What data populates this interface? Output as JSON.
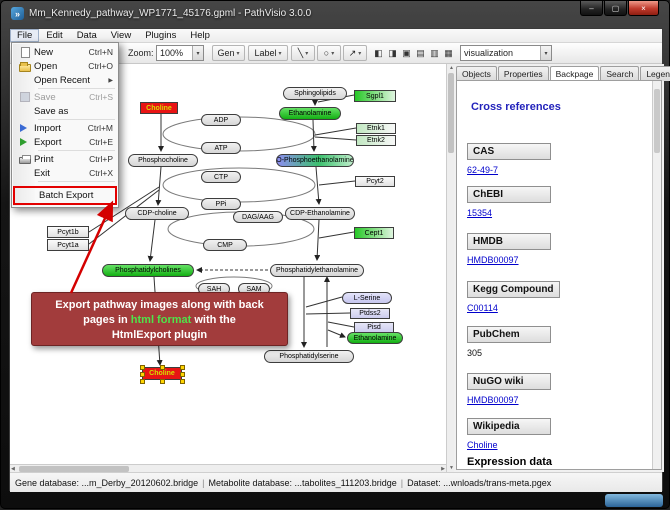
{
  "window": {
    "title": "Mm_Kennedy_pathway_WP1771_45176.gpml - PathVisio 3.0.0"
  },
  "icons": {
    "app": "»",
    "minimize": "–",
    "maximize": "▢",
    "close": "×",
    "dropdown": "▾",
    "submenu_arrow": "▶",
    "scroll_up": "▲",
    "scroll_down": "▼",
    "scroll_left": "◀",
    "scroll_right": "▶"
  },
  "menubar": {
    "items": [
      "File",
      "Edit",
      "Data",
      "View",
      "Plugins",
      "Help"
    ]
  },
  "file_menu": {
    "items": [
      {
        "label": "New",
        "shortcut": "Ctrl+N"
      },
      {
        "label": "Open",
        "shortcut": "Ctrl+O"
      },
      {
        "label": "Open Recent",
        "shortcut": ""
      },
      {
        "label": "Save",
        "shortcut": "Ctrl+S",
        "disabled": true
      },
      {
        "label": "Save as",
        "shortcut": ""
      },
      {
        "label": "Import",
        "shortcut": "Ctrl+M"
      },
      {
        "label": "Export",
        "shortcut": "Ctrl+E"
      },
      {
        "label": "Print",
        "shortcut": "Ctrl+P"
      },
      {
        "label": "Exit",
        "shortcut": "Ctrl+X"
      },
      {
        "label": "Batch Export",
        "shortcut": "",
        "annotated": true
      }
    ]
  },
  "toolbar": {
    "zoom_label": "Zoom:",
    "zoom_value": "100%",
    "buttons": {
      "gene": "Gen",
      "label": "Label"
    },
    "tools": [
      {
        "name": "line-tool",
        "glyph": "╲"
      },
      {
        "name": "shape-tool",
        "glyph": "○"
      },
      {
        "name": "connector-tool",
        "glyph": "↗"
      }
    ],
    "align_icons": [
      {
        "name": "align-center-x-icon",
        "glyph": "◧"
      },
      {
        "name": "align-center-y-icon",
        "glyph": "◨"
      },
      {
        "name": "common-size-icon",
        "glyph": "▣"
      },
      {
        "name": "stack-vertical-icon",
        "glyph": "▤"
      },
      {
        "name": "stack-horizontal-icon",
        "glyph": "▥"
      },
      {
        "name": "group-icon",
        "glyph": "▦"
      }
    ],
    "visualization": "visualization"
  },
  "side_panel": {
    "tabs": [
      "Objects",
      "Properties",
      "Backpage",
      "Search",
      "Legend"
    ],
    "active_tab": "Backpage",
    "backpage": {
      "title": "Cross references",
      "sections": [
        {
          "header": "CAS",
          "value": "62-49-7",
          "link": true
        },
        {
          "header": "ChEBI",
          "value": "15354",
          "link": true
        },
        {
          "header": "HMDB",
          "value": "HMDB00097",
          "link": true
        },
        {
          "header": "Kegg Compound",
          "value": "C00114",
          "link": true
        },
        {
          "header": "PubChem",
          "value": "305",
          "link": false
        },
        {
          "header": "NuGO wiki",
          "value": "HMDB00097",
          "link": true
        },
        {
          "header": "Wikipedia",
          "value": "Choline",
          "link": true
        }
      ],
      "footer": "Expression data"
    }
  },
  "pathway": {
    "nodes": [
      {
        "label": "Sphingolipids",
        "type": "metabolite"
      },
      {
        "label": "Sgpl1",
        "type": "gene",
        "state": "expression-green"
      },
      {
        "label": "Choline",
        "type": "metabolite",
        "state": "highlight-red"
      },
      {
        "label": "Ethanolamine",
        "type": "metabolite",
        "state": "highlight-green"
      },
      {
        "label": "ADP",
        "type": "metabolite"
      },
      {
        "label": "ATP",
        "type": "metabolite"
      },
      {
        "label": "Etnk1",
        "type": "gene"
      },
      {
        "label": "Etnk2",
        "type": "gene"
      },
      {
        "label": "Phosphocholine",
        "type": "metabolite"
      },
      {
        "label": "O-Phosphoethanolamine",
        "type": "metabolite",
        "state": "expression-blue-green"
      },
      {
        "label": "CTP",
        "type": "metabolite"
      },
      {
        "label": "Pcyt2",
        "type": "gene"
      },
      {
        "label": "PPi",
        "type": "metabolite"
      },
      {
        "label": "CDP-choline",
        "type": "metabolite"
      },
      {
        "label": "DAG/AAG",
        "type": "metabolite"
      },
      {
        "label": "CDP-Ethanolamine",
        "type": "metabolite"
      },
      {
        "label": "Cept1",
        "type": "gene",
        "state": "expression-green"
      },
      {
        "label": "CMP",
        "type": "metabolite"
      },
      {
        "label": "Pcyt1b",
        "type": "gene"
      },
      {
        "label": "Pcyt1a",
        "type": "gene"
      },
      {
        "label": "Phosphatidylcholines",
        "type": "metabolite",
        "state": "highlight-green"
      },
      {
        "label": "SAH",
        "type": "metabolite"
      },
      {
        "label": "SAM",
        "type": "metabolite"
      },
      {
        "label": "Phosphatidylethanolamine",
        "type": "metabolite"
      },
      {
        "label": "L-Serine",
        "type": "metabolite",
        "state": "purple"
      },
      {
        "label": "Ptdss2",
        "type": "gene",
        "state": "purple"
      },
      {
        "label": "Pisd",
        "type": "gene",
        "state": "purple"
      },
      {
        "label": "Ethanolamine",
        "type": "metabolite",
        "state": "highlight-green"
      },
      {
        "label": "Phosphatidylserine",
        "type": "metabolite"
      },
      {
        "label": "Choline",
        "type": "metabolite",
        "state": "selected-red"
      }
    ]
  },
  "callout": {
    "line1": "Export pathway images along with back",
    "line2_pre": "pages in ",
    "line2_highlight": "html format",
    "line2_post": " with the",
    "line3": "HtmlExport plugin"
  },
  "statusbar": {
    "gene": "Gene database: ...m_Derby_20120602.bridge",
    "metabolite": "Metabolite database: ...tabolites_111203.bridge",
    "dataset": "Dataset: ...wnloads/trans-meta.pgex"
  },
  "colors": {
    "highlight_green": "#13b013",
    "selected_red": "#e81414",
    "callout_bg": "#a23c3c",
    "callout_highlight": "#4fe34a",
    "link_blue": "#0000cc",
    "annotation_red": "#e30000"
  }
}
